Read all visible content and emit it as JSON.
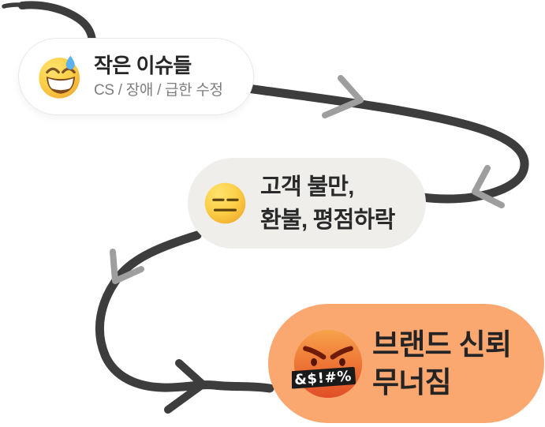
{
  "diagram_type": "flow-spiral",
  "nodes": [
    {
      "id": "small-issues",
      "emoji": "😅",
      "emoji_name": "grinning-face-with-sweat",
      "title": "작은 이슈들",
      "subtitle": "CS / 장애 / 급한 수정",
      "bg_color": "#ffffff",
      "title_color": "#262626",
      "subtitle_color": "#7e7e7e"
    },
    {
      "id": "customer-complaints",
      "emoji": "😑",
      "emoji_name": "expressionless-face",
      "lines": [
        "고객 불만,",
        "환불, 평점하락"
      ],
      "bg_color": "#efeeeb",
      "text_color": "#2a2a2a"
    },
    {
      "id": "brand-trust-collapse",
      "emoji": "🤬",
      "emoji_name": "face-with-symbols-on-mouth",
      "grawlix": "&$!#%",
      "lines": [
        "브랜드 신뢰",
        "무너짐"
      ],
      "bg_color": "#fba770",
      "text_color": "#242424"
    }
  ],
  "colors": {
    "background": "#ffffff",
    "arrow_dark": "#3d3d3d",
    "arrowhead_gray": "#9e9e9e"
  }
}
